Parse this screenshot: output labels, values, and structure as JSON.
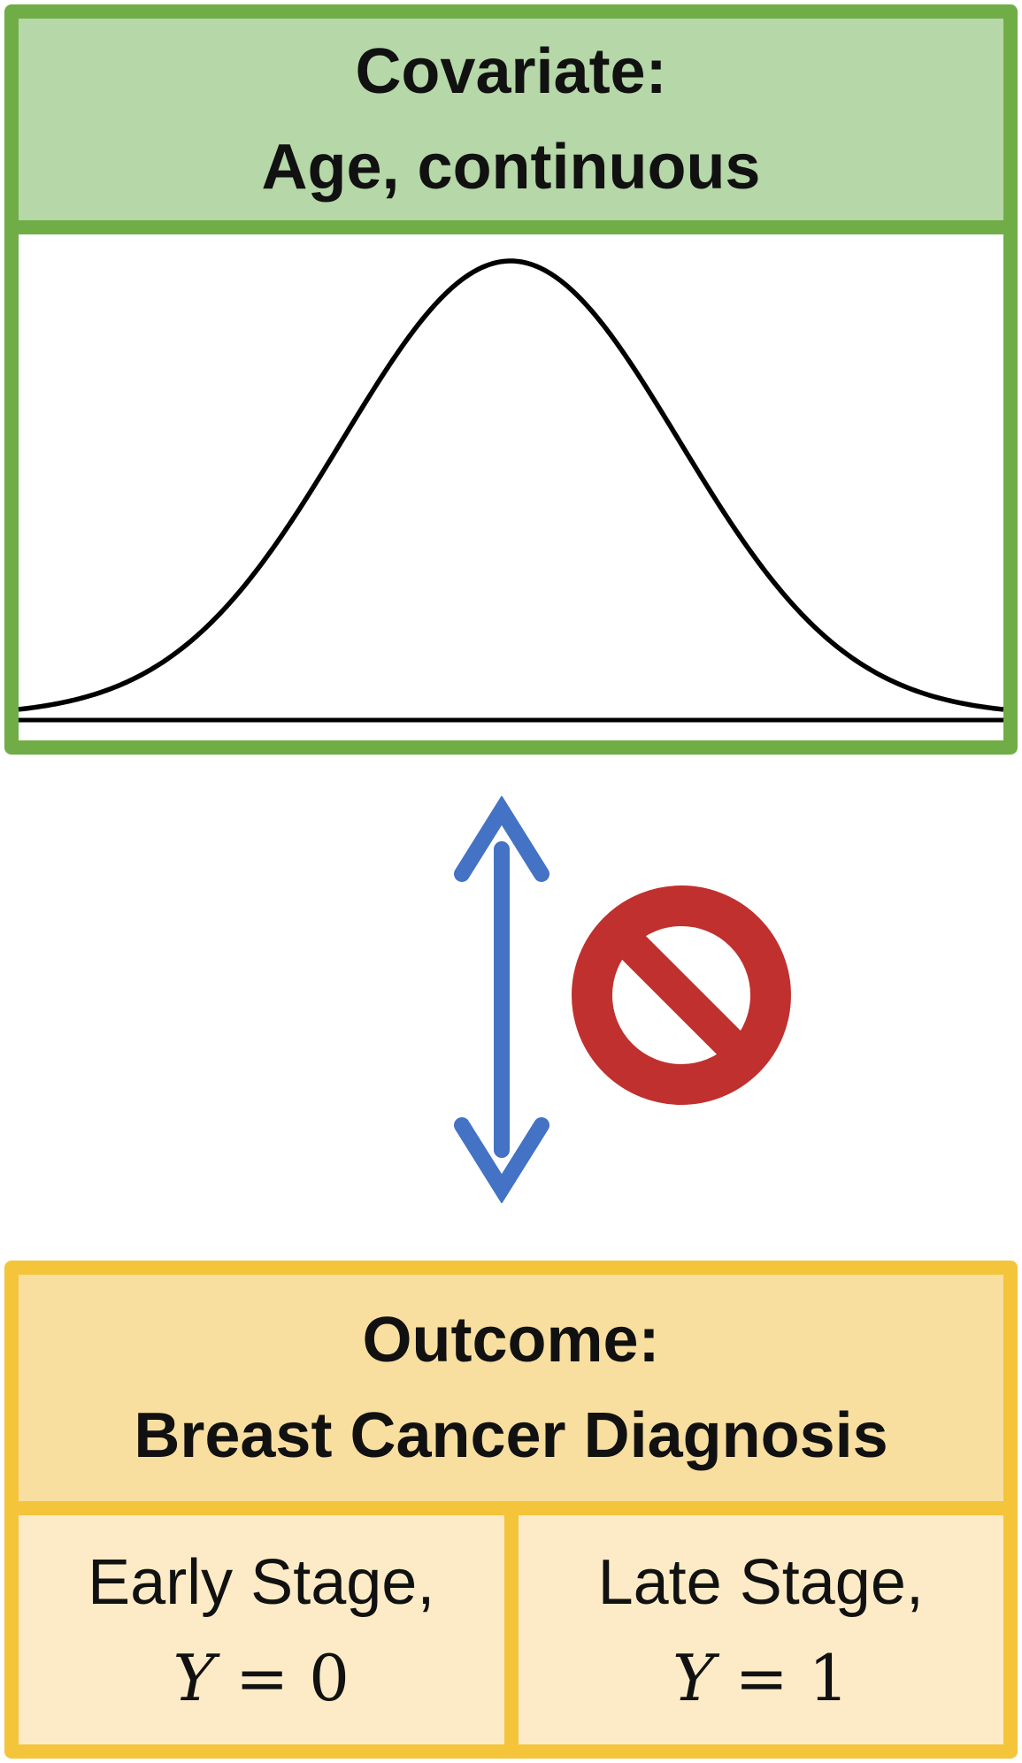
{
  "covariate": {
    "title": "Covariate:",
    "subtitle": "Age, continuous"
  },
  "outcome": {
    "title": "Outcome:",
    "subtitle": "Breast Cancer Diagnosis",
    "categories": [
      {
        "label": "Early Stage,",
        "variable": "Y",
        "operator": "=",
        "value": "0"
      },
      {
        "label": "Late Stage,",
        "variable": "Y",
        "operator": "=",
        "value": "1"
      }
    ]
  },
  "colors": {
    "covariate_border": "#70ad47",
    "covariate_header_fill": "#b6d7a8",
    "outcome_border": "#f4c43a",
    "outcome_header_fill": "#f8dfa0",
    "outcome_cell_fill": "#fcebc6",
    "arrow": "#4472c4",
    "prohibited": "#c0302e"
  },
  "icons": {
    "relation": "double-headed-arrow-icon",
    "blocked": "prohibited-sign-icon",
    "distribution": "bell-curve-icon"
  }
}
